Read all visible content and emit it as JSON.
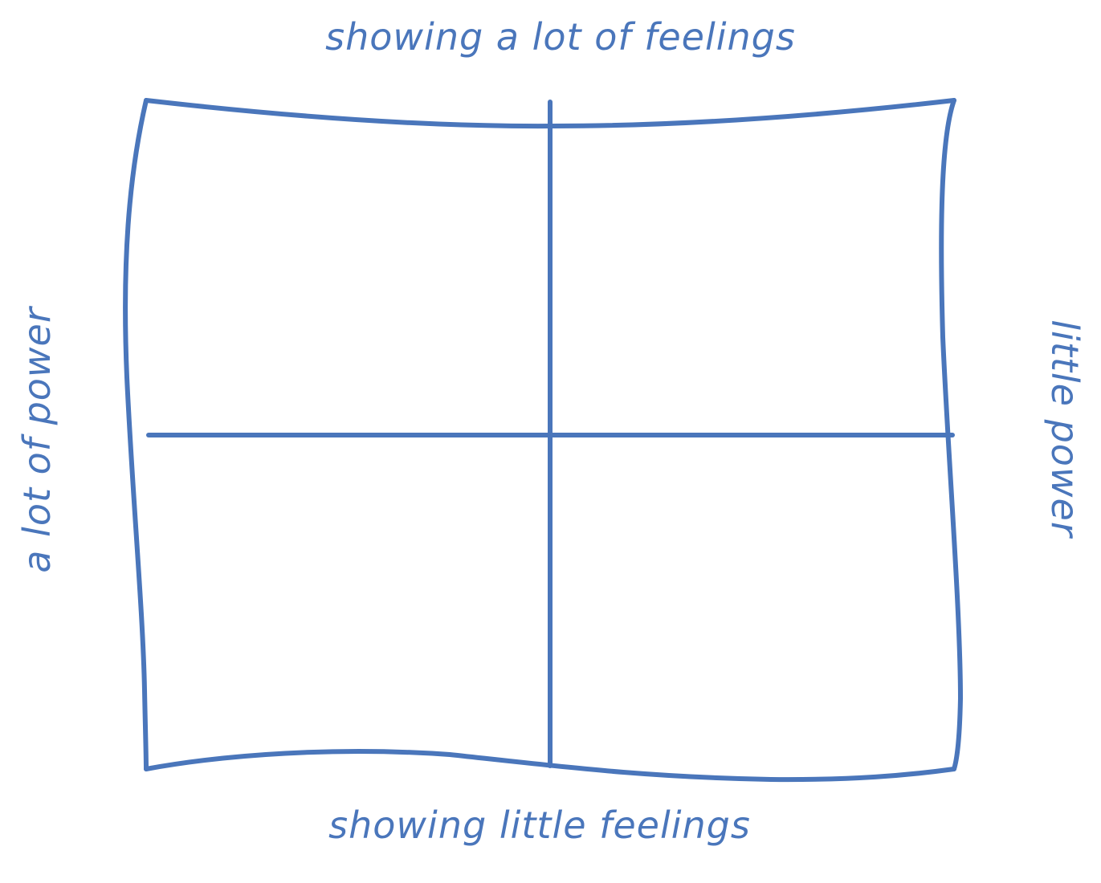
{
  "diagram": {
    "labels": {
      "top": "showing a lot of feelings",
      "bottom": "showing little feelings",
      "left": "a lot of power",
      "right": "little power"
    },
    "colors": {
      "stroke": "#4a76bb",
      "text": "#4a76bb",
      "background": "#ffffff"
    }
  }
}
